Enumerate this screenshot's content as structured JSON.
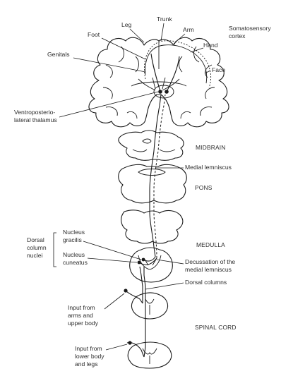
{
  "labels": {
    "leg": "Leg",
    "trunk": "Trunk",
    "arm": "Arm",
    "foot": "Foot",
    "somatosensory_1": "Somatosensory",
    "somatosensory_2": "cortex",
    "hand": "Hand",
    "genitals": "Genitals",
    "face": "Face",
    "thalamus_1": "Ventroposterio-",
    "thalamus_2": "lateral thalamus",
    "midbrain": "MIDBRAIN",
    "medial_lemniscus": "Medial lemniscus",
    "pons": "PONS",
    "dorsal_1": "Dorsal",
    "dorsal_2": "column",
    "dorsal_3": "nuclei",
    "gracilis_1": "Nucleus",
    "gracilis_2": "gracilis",
    "medulla": "MEDULLA",
    "cuneatus_1": "Nucleus",
    "cuneatus_2": "cuneatus",
    "decussation_1": "Decussation of the",
    "decussation_2": "medial lemniscus",
    "dorsal_columns": "Dorsal columns",
    "input_arms_1": "Input from",
    "input_arms_2": "arms and",
    "input_arms_3": "upper body",
    "spinal_cord": "SPINAL CORD",
    "input_legs_1": "Input from",
    "input_legs_2": "lower body",
    "input_legs_3": "and legs"
  }
}
